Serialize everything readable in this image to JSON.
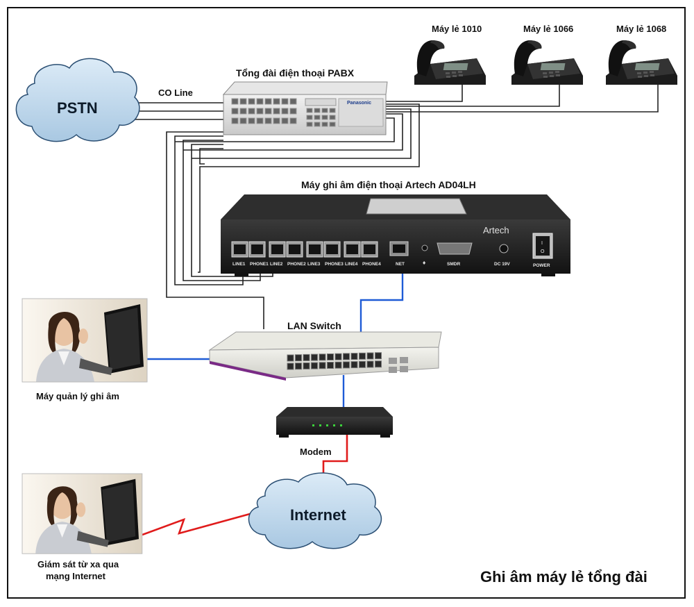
{
  "title": "Ghi âm máy lẻ tổng đài",
  "clouds": {
    "pstn": "PSTN",
    "internet": "Internet"
  },
  "labels": {
    "co_line": "CO Line",
    "pabx": "Tổng đài điện thoại PABX",
    "recorder": "Máy ghi âm điện thoại Artech AD04LH",
    "lan_switch": "LAN Switch",
    "modem": "Modem",
    "manager": "Máy quản lý ghi âm",
    "remote_line1": "Giám sát từ xa qua",
    "remote_line2": "mạng Internet"
  },
  "extensions": [
    {
      "label": "Máy lẻ 1010"
    },
    {
      "label": "Máy lẻ 1066"
    },
    {
      "label": "Máy lẻ 1068"
    }
  ],
  "recorder_device": {
    "brand": "Artech",
    "ports": [
      "LINE1",
      "PHONE1",
      "LINE2",
      "PHONE2",
      "LINE3",
      "PHONE3",
      "LINE4",
      "PHONE4"
    ],
    "net": "NET",
    "smdr": "SMDR",
    "dc": "DC 19V",
    "power": "POWER"
  },
  "pabx_device": {
    "brand": "Panasonic"
  },
  "colors": {
    "cloud_fill": "#c9dff0",
    "lan_cable": "#1e5bd6",
    "internet_cable": "#e01b1b",
    "phone_line": "#222222"
  }
}
